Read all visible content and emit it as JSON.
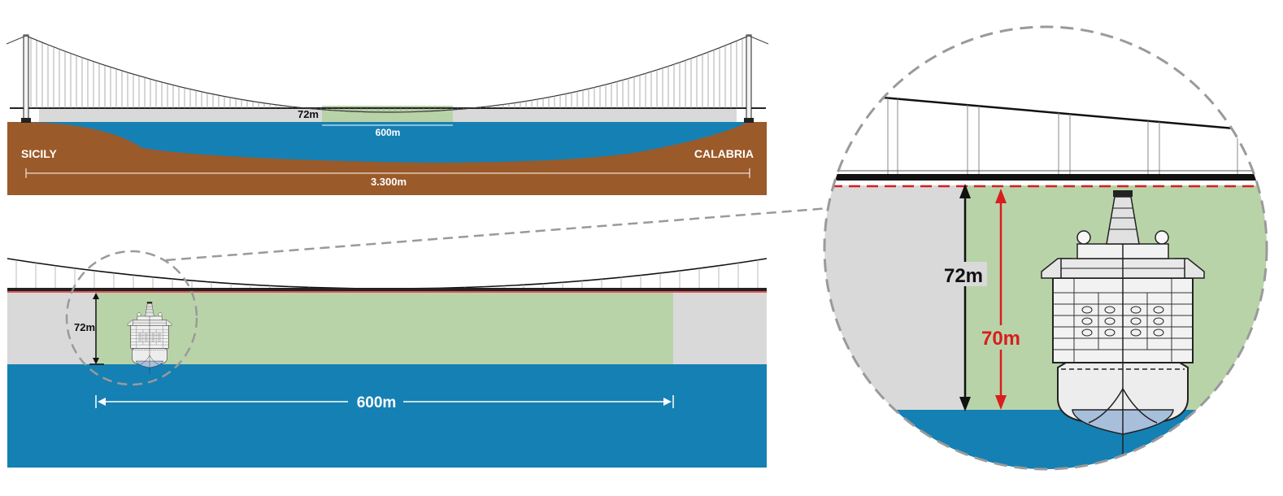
{
  "overview": {
    "left_shore": "SICILY",
    "right_shore": "CALABRIA",
    "total_span": "3.300m",
    "clearance_height": "72m",
    "navigation_width": "600m"
  },
  "detail": {
    "clearance_height": "72m",
    "navigation_width": "600m"
  },
  "zoom": {
    "clearance_height": "72m",
    "ship_height": "70m"
  },
  "colors": {
    "water": "#1580b3",
    "land": "#9b5a2a",
    "clearance_zone": "#b9d3a9",
    "deck_zone": "#d9d9d9",
    "ship_height_line": "#d81e1e",
    "connector_dashes": "#9a9a9a"
  },
  "icons": [
    "suspension-bridge-icon",
    "cruise-ship-icon",
    "magnifier-circle-icon"
  ]
}
